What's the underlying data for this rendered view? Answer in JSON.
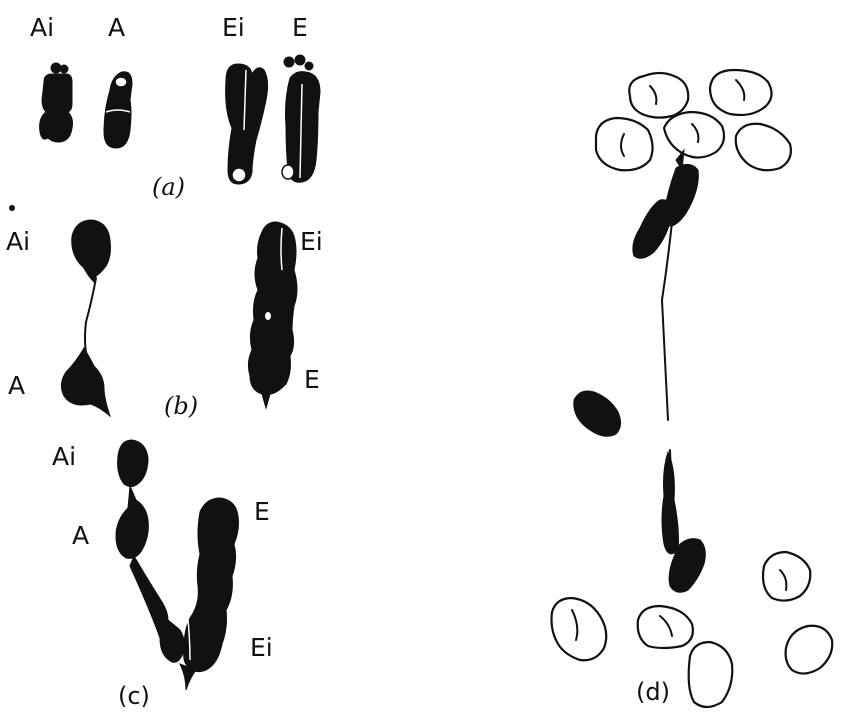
{
  "panel_a": {
    "labels": {
      "ai": "Ai",
      "a": "A",
      "ei": "Ei",
      "e": "E"
    },
    "caption": "(a)"
  },
  "panel_b": {
    "labels": {
      "ai": "Ai",
      "a": "A",
      "ei": "Ei",
      "e": "E"
    },
    "caption": "(b)"
  },
  "panel_c": {
    "labels": {
      "ai": "Ai",
      "a": "A",
      "e": "E",
      "ei": "Ei"
    },
    "caption": "(c)"
  },
  "panel_d": {
    "caption": "(d)"
  }
}
